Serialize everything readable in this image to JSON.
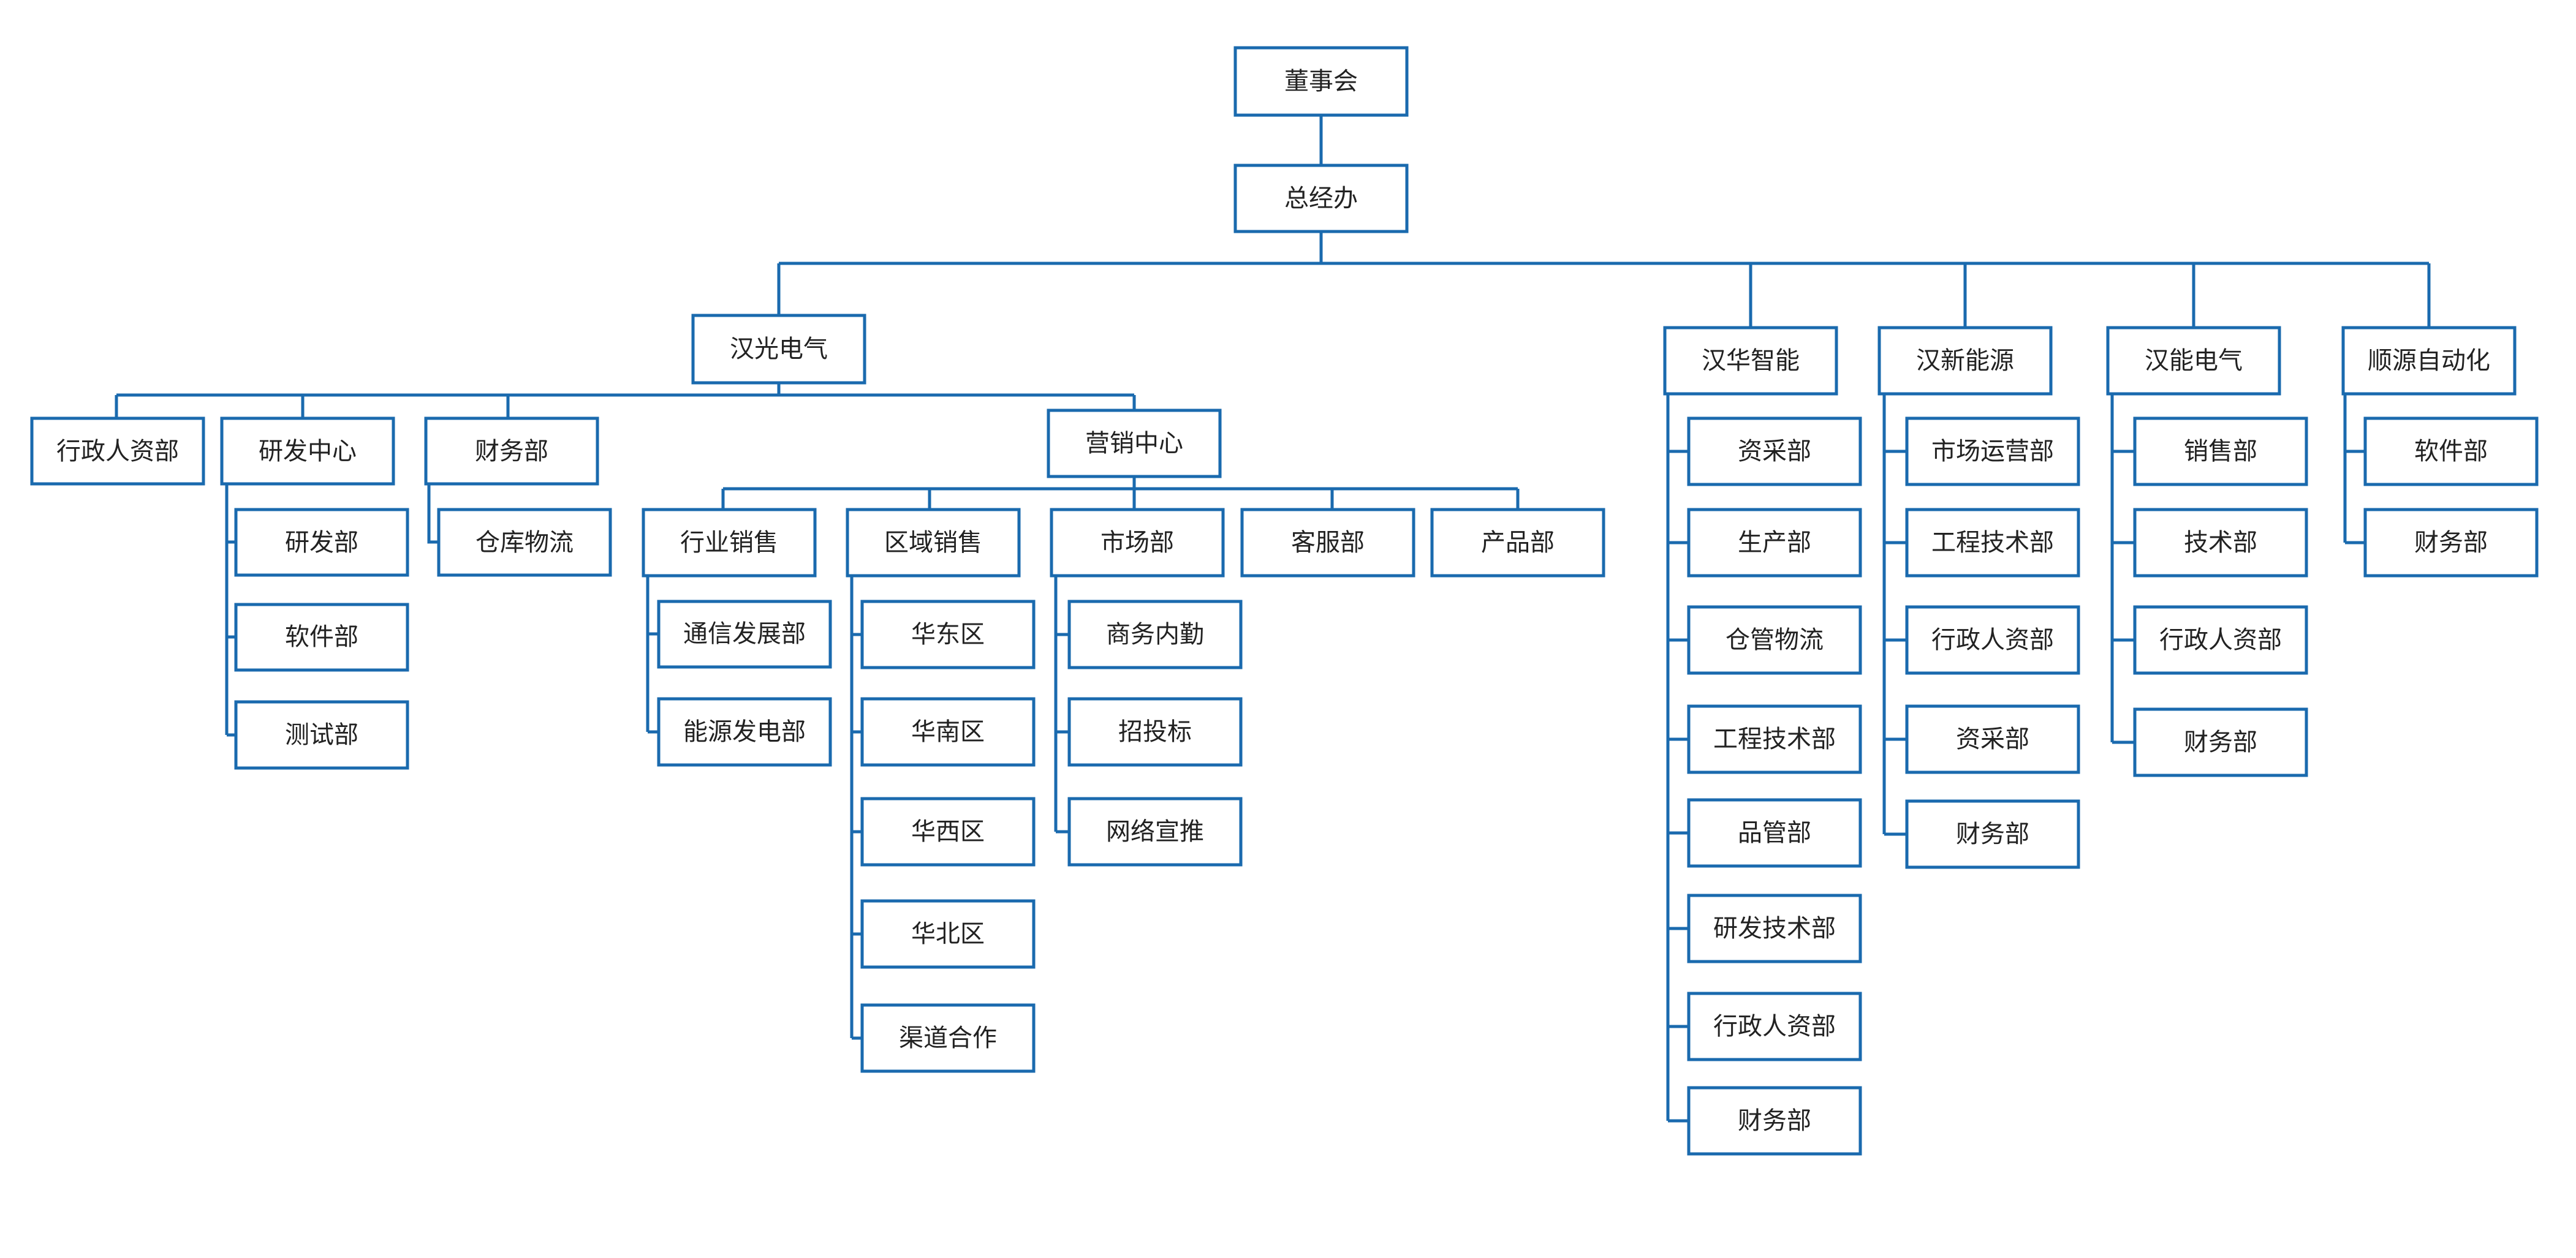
{
  "colors": {
    "border": "#1a6aae",
    "text": "#222222",
    "background": "#ffffff"
  },
  "nodes": {
    "board": "董事会",
    "gm_office": "总经办",
    "hanguang": "汉光电气",
    "hg_admin_hr": "行政人资部",
    "hg_rd_center": "研发中心",
    "hg_finance": "财务部",
    "hg_marketing_center": "营销中心",
    "hg_rd_dept": "研发部",
    "hg_software": "软件部",
    "hg_testing": "测试部",
    "hg_warehouse": "仓库物流",
    "hg_industry_sales": "行业销售",
    "hg_regional_sales": "区域销售",
    "hg_market_dept": "市场部",
    "hg_customer_service": "客服部",
    "hg_product": "产品部",
    "hg_telecom_dev": "通信发展部",
    "hg_energy_power": "能源发电部",
    "hg_east": "华东区",
    "hg_south": "华南区",
    "hg_west": "华西区",
    "hg_north": "华北区",
    "hg_channel": "渠道合作",
    "hg_business_support": "商务内勤",
    "hg_bidding": "招投标",
    "hg_online_promo": "网络宣推",
    "hanhua": "汉华智能",
    "hh_procurement": "资采部",
    "hh_production": "生产部",
    "hh_warehouse": "仓管物流",
    "hh_engineering": "工程技术部",
    "hh_quality": "品管部",
    "hh_rd_tech": "研发技术部",
    "hh_admin_hr": "行政人资部",
    "hh_finance": "财务部",
    "hanxin": "汉新能源",
    "hx_market_ops": "市场运营部",
    "hx_engineering": "工程技术部",
    "hx_admin_hr": "行政人资部",
    "hx_procurement": "资采部",
    "hx_finance": "财务部",
    "hanneng": "汉能电气",
    "hn_sales": "销售部",
    "hn_tech": "技术部",
    "hn_admin_hr": "行政人资部",
    "hn_finance": "财务部",
    "shunyuan": "顺源自动化",
    "sy_software": "软件部",
    "sy_finance": "财务部"
  }
}
